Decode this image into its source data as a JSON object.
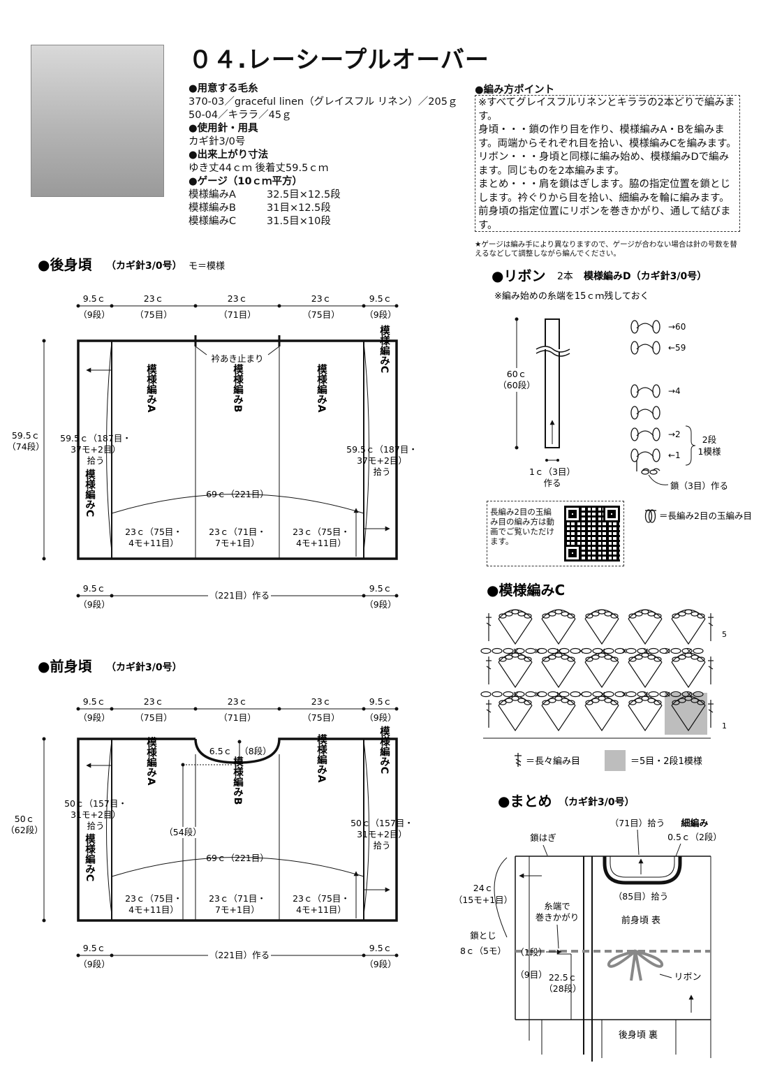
{
  "header": {
    "title": "０４.レーシープルオーバー",
    "yarn_h": "●用意する毛糸",
    "yarn1": "370-03／graceful linen（グレイスフル リネン）／205ｇ",
    "yarn2": "50-04／キララ／45ｇ",
    "needle_h": "●使用針・用具",
    "needle": "カギ針3/0号",
    "size_h": "●出来上がり寸法",
    "size": "ゆき丈44ｃｍ 後着丈59.5ｃｍ",
    "gauge_h": "●ゲージ（10ｃｍ平方）",
    "gauge": [
      {
        "name": "模様編みA",
        "value": "32.5目×12.5段"
      },
      {
        "name": "模様編みB",
        "value": "31目×12.5段"
      },
      {
        "name": "模様編みC",
        "value": "31.5目×10段"
      }
    ]
  },
  "points": {
    "heading": "●編み方ポイント",
    "lines": [
      "※すべてグレイスフルリネンとキララの2本どりで編みます。",
      "身頃・・・鎖の作り目を作り、模様編みA・Bを編みます。両端からそれぞれ目を拾い、模様編みCを編みます。",
      "リボン・・・身頃と同様に編み始め、模様編みDで編みます。同じものを2本編みます。",
      "まとめ・・・肩を鎖はぎします。脇の指定位置を鎖とじします。衿ぐりから目を拾い、細編みを輪に編みます。前身頃の指定位置にリボンを巻きかがり、通して結びます。"
    ],
    "note": "★ゲージは編み手により異なりますので、ゲージが合わない場合は針の号数を替えるなどして調整しながら編んでください。"
  },
  "back": {
    "heading": "●後身頃",
    "needle": "（カギ針3/0号）",
    "legend": "モ＝模様",
    "top_cm": [
      "9.5ｃ",
      "23ｃ",
      "23ｃ",
      "23ｃ",
      "9.5ｃ"
    ],
    "top_st": [
      "（9段）",
      "（75目）",
      "（71目）",
      "（75目）",
      "（9段）"
    ],
    "neck": "衿あき止まり",
    "height": "59.5ｃ",
    "height_rows": "（74段）",
    "pick_l1": "59.5ｃ（187目・",
    "pick_l2": "37モ+2目）",
    "pick_l3": "拾う",
    "pick_r1": "59.5ｃ（187目・",
    "pick_r2": "37モ+2目）",
    "pick_r3": "拾う",
    "patA": "模様編みA",
    "patB": "模様編みB",
    "patC": "模様編みC",
    "width": "69ｃ（221目）",
    "bot1a": "23ｃ（75目・",
    "bot1b": "4モ+11目）",
    "bot2a": "23ｃ（71目・",
    "bot2b": "7モ+1目）",
    "bot3a": "23ｃ（75目・",
    "bot3b": "4モ+11目）",
    "chain_l": "9.5ｃ",
    "chain_lr": "（9段）",
    "chain": "（221目）作る",
    "chain_r": "9.5ｃ",
    "chain_rr": "（9段）"
  },
  "front": {
    "heading": "●前身頃",
    "needle": "（カギ針3/0号）",
    "top_cm": [
      "9.5ｃ",
      "23ｃ",
      "23ｃ",
      "23ｃ",
      "9.5ｃ"
    ],
    "top_st": [
      "（9段）",
      "（75目）",
      "（71目）",
      "（75目）",
      "（9段）"
    ],
    "neck1": "6.5ｃ",
    "neck2": "（8段）",
    "neck3": "（54段）",
    "height": "50ｃ",
    "height_rows": "（62段）",
    "pick_l1": "50ｃ（157目・",
    "pick_l2": "31モ+2目）",
    "pick_l3": "拾う",
    "pick_r1": "50ｃ（157目・",
    "pick_r2": "31モ+2目）",
    "pick_r3": "拾う",
    "patA": "模様編みA",
    "patB": "模様編みB",
    "patC": "模様編みC",
    "width": "69ｃ（221目）",
    "bot1a": "23ｃ（75目・",
    "bot1b": "4モ+11目）",
    "bot2a": "23ｃ（71目・",
    "bot2b": "7モ+1目）",
    "bot3a": "23ｃ（75目・",
    "bot3b": "4モ+11目）",
    "chain_l": "9.5ｃ",
    "chain_lr": "（9段）",
    "chain": "（221目）作る",
    "chain_r": "9.5ｃ",
    "chain_rr": "（9段）"
  },
  "ribbon": {
    "heading": "●リボン",
    "count": "2本",
    "pattern": "模様編みD（カギ針3/0号）",
    "note": "※編み始めの糸端を15ｃｍ残しておく",
    "len": "60ｃ",
    "len_rows": "（60段）",
    "w": "1ｃ（3目）",
    "w2": "作る",
    "rows": [
      "→60",
      "←59",
      "→4",
      "→2",
      "←1"
    ],
    "unit1": "2段",
    "unit2": "1模様",
    "chain": "鎖（3目）作る",
    "qr_text": "長編み2目の玉編み目の編み方は動画でご覧いただけます。",
    "sym": "＝長編み2目の玉編み目"
  },
  "patC": {
    "heading": "●模様編みC",
    "row_top": "5",
    "row_bot": "1",
    "legend1": "＝長々編み目",
    "legend2": "＝5目・2段1模様"
  },
  "finish": {
    "heading": "●まとめ",
    "needle": "（カギ針3/0号）",
    "pick71": "（71目）拾う",
    "sc": "細編み",
    "sc2": "0.5ｃ（2段）",
    "seam": "鎖はぎ",
    "side1": "24ｃ",
    "side2": "（15モ+1目）",
    "wrap1": "糸端で",
    "wrap2": "巻きかがり",
    "pick85": "（85目）拾う",
    "front": "前身頃 表",
    "close1": "鎖とじ",
    "close2": "8ｃ（5モ）",
    "r1": "（1段）",
    "r9": "（9目）",
    "h1": "22.5ｃ",
    "h2": "（28段）",
    "ribbon": "リボン",
    "back": "後身頃 裏"
  }
}
